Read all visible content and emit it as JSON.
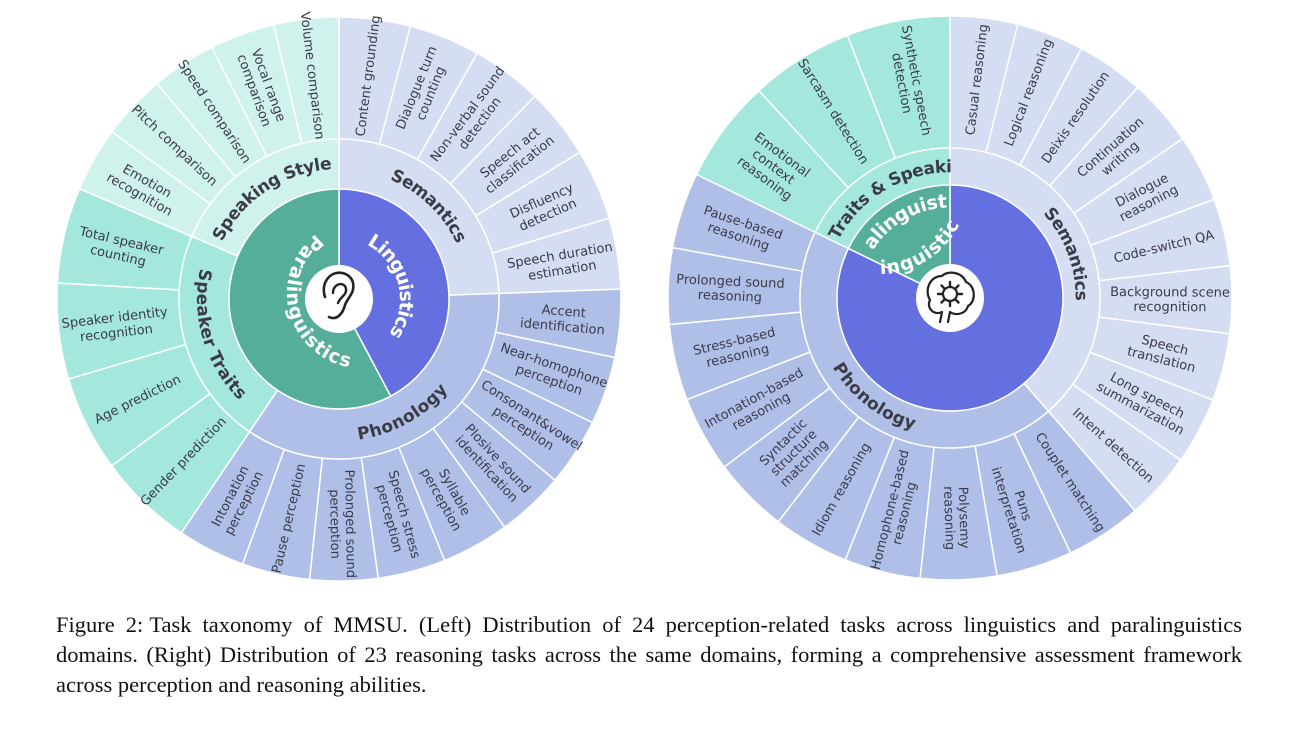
{
  "colors": {
    "linguistics_inner": "#6470E0",
    "paralinguistics_inner": "#55AE9A",
    "semantics_ring": "#D5DDF3",
    "phonology_ring": "#B0BFE7",
    "speaker_traits_ring": "#A3E7DD",
    "speaking_style_ring": "#CFF2EC",
    "divider": "#ffffff"
  },
  "charts": [
    {
      "name": "perception",
      "center_icon": "ear-icon",
      "domains": [
        {
          "label": "Linguistics",
          "categories": [
            {
              "label": "Semantics",
              "tasks": [
                "Content grounding",
                "Dialogue turn counting",
                "Non-verbal sound detection",
                "Speech act classification",
                "Disfluency detection",
                "Speech duration estimation"
              ]
            },
            {
              "label": "Phonology",
              "tasks": [
                "Accent identification",
                "Near-homophone perception",
                "Consonant&vowel perception",
                "Plosive sound identification",
                "Syllable perception",
                "Speech stress perception",
                "Prolonged sound perception",
                "Pause perception",
                "Intonation perception"
              ]
            }
          ]
        },
        {
          "label": "Paralinguistics",
          "categories": [
            {
              "label": "Speaker Traits",
              "tasks": [
                "Gender prediction",
                "Age prediction",
                "Speaker identity recognition",
                "Total speaker counting"
              ]
            },
            {
              "label": "Speaking Style",
              "tasks": [
                "Emotion recognition",
                "Pitch comparison",
                "Speed comparison",
                "Vocal range comparison",
                "Volume comparison"
              ]
            }
          ]
        }
      ]
    },
    {
      "name": "reasoning",
      "center_icon": "brain-gear-icon",
      "domains": [
        {
          "label": "Linguistics",
          "categories": [
            {
              "label": "Semantics",
              "tasks": [
                "Casual reasoning",
                "Logical reasoning",
                "Deixis resolution",
                "Continuation writing",
                "Dialogue reasoning",
                "Code-switch QA",
                "Background scene recognition",
                "Speech translation",
                "Long speech summarization",
                "Intent detection"
              ]
            },
            {
              "label": "Phonology",
              "tasks": [
                "Couplet matching",
                "Puns interpretation",
                "Polysemy reasoning",
                "Homophone-based reasoning",
                "Idiom reasoning",
                "Syntactic structure matching",
                "Intonation-based reasoning",
                "Stress-based reasoning",
                "Prolonged sound reasoning",
                "Pause-based reasoning"
              ]
            }
          ]
        },
        {
          "label": "Paralinguistics",
          "categories": [
            {
              "label": "Speaker Traits & Speaking Style",
              "tasks": [
                "Emotional context reasoning",
                "Sarcasm detection",
                "Synthetic speech detection"
              ]
            }
          ]
        }
      ]
    }
  ],
  "caption": {
    "label": "Figure 2:",
    "text": "Task taxonomy of MMSU. (Left) Distribution of 24 perception-related tasks across linguistics and paralinguistics domains. (Right) Distribution of 23 reasoning tasks across the same domains, forming a comprehensive assessment framework across perception and reasoning abilities."
  }
}
